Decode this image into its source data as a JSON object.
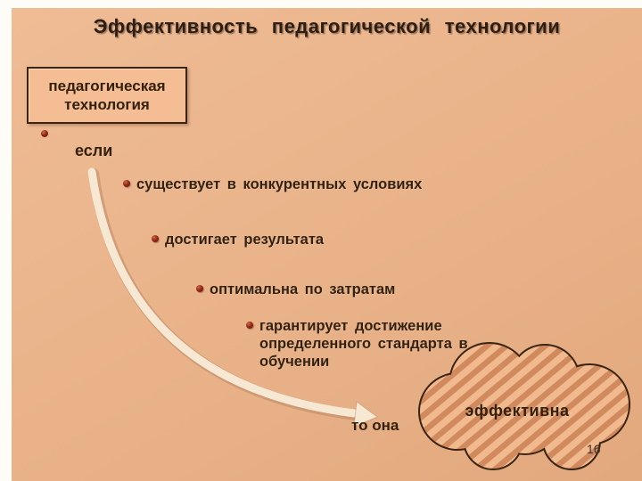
{
  "title": "Эффективность педагогической технологии",
  "box": {
    "label": "педагогическая технология"
  },
  "flow": {
    "if_label": "если",
    "bullets": [
      {
        "text": "существует в конкурентных условиях"
      },
      {
        "text": "достигает результата"
      },
      {
        "text": "оптимальна по затратам"
      },
      {
        "text": "гарантирует достижение определенного стандарта в обучении"
      }
    ],
    "then_label": "то она",
    "result_label": "эффективна"
  },
  "page_number": "16",
  "icons": {
    "bullet": "bullet-dot",
    "arrow": "curved-flow-arrow",
    "result_shape": "striped-cloud"
  },
  "colors": {
    "background": "#e8b28a",
    "margin": "#fdfcf6",
    "box_fill": "#f4bd93",
    "box_border": "#3a2413",
    "text": "#33200f",
    "bullet_dot": "#92291a",
    "arrow": "#f7e8d3",
    "cloud_stripe": "#d18a5d",
    "cloud_fill": "#f0b98e",
    "cloud_border": "#3a2413"
  }
}
